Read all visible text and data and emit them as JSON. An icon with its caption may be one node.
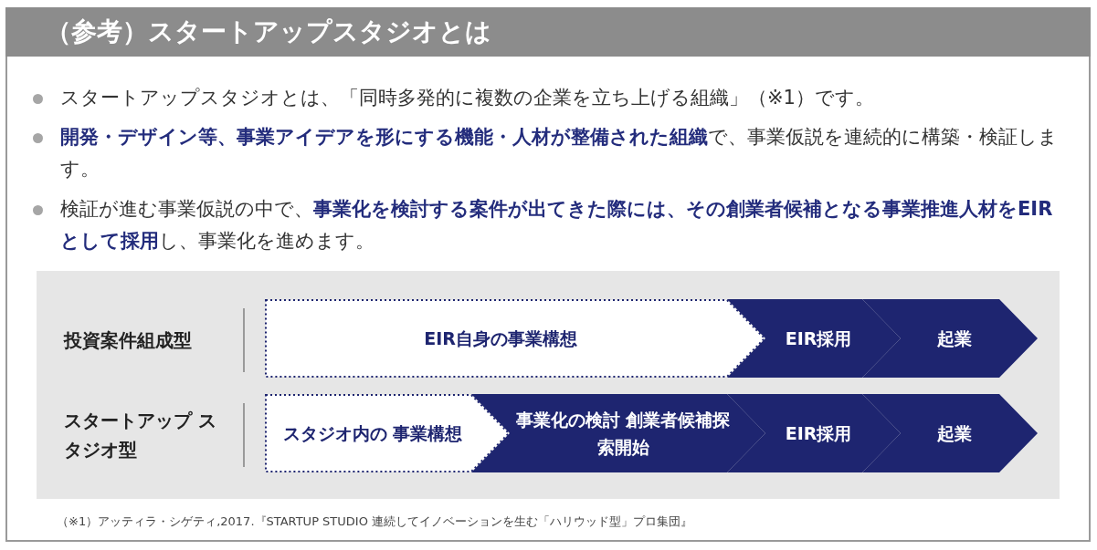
{
  "diagram": {
    "title": "（参考）スタートアップスタジオとは",
    "caption": "（※1）アッティラ・シゲティ,2017.『STARTUP STUDIO 連続してイノベーションを生む「ハリウッド型」プロ集団』",
    "nodes": [
      {
        "text": [
          "EIR自身の事業構想"
        ]
      },
      {
        "text": [
          "EIR採用"
        ]
      },
      {
        "text": [
          "起業"
        ]
      },
      {
        "text": [
          "スタジオ内の 事業構想"
        ]
      },
      {
        "text": [
          "事業化の検討 創業者候補探索開始"
        ]
      },
      {
        "text": [
          "EIR採用"
        ]
      },
      {
        "text": [
          "起業"
        ]
      }
    ],
    "labels": [
      "スタートアップスタジオとは、「同時多発的に複数の企業を立ち上げる組織」（※1）です。",
      "**開発・デザイン等、事業アイデアを形にする機能・人材が整備された組織**で、事業仮説を連続的に構築・検証します。",
      "検証が進む事業仮説の中で、**事業化を検討する案件が出てきた際には、その創業者候補となる事業推進人材をEIRとして採用**し、事業化を進めます。",
      "投資案件組成型",
      "スタートアップ スタジオ型"
    ]
  }
}
